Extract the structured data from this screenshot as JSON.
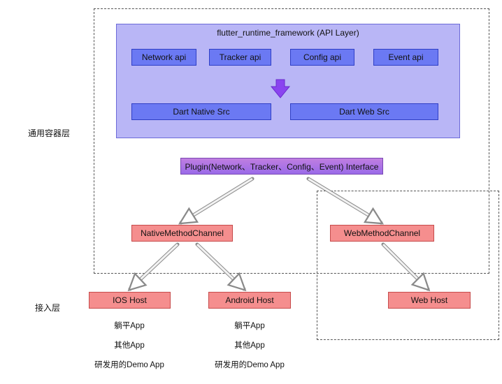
{
  "layers": {
    "common": "通用容器层",
    "access": "接入层"
  },
  "api_layer": {
    "title": "flutter_runtime_framework (API Layer)",
    "apis": [
      "Network api",
      "Tracker api",
      "Config api",
      "Event api"
    ],
    "srcs": [
      "Dart Native Src",
      "Dart Web Src"
    ]
  },
  "plugin_interface": "Plugin(Network、Tracker、Config、Event) Interface",
  "channels": {
    "native": "NativeMethodChannel",
    "web": "WebMethodChannel"
  },
  "hosts": {
    "ios": "IOS Host",
    "android": "Android Host",
    "web": "Web Host"
  },
  "ios_apps": [
    "躺平App",
    "其他App",
    "研发用的Demo App"
  ],
  "android_apps": [
    "躺平App",
    "其他App",
    "研发用的Demo App"
  ],
  "colors": {
    "api_layer_bg": "#b9b6f6",
    "api_box": "#6b79f3",
    "channel_box": "#f58e8e",
    "plugin_box": "#a874e6",
    "down_arrow": "#8a44f0"
  }
}
